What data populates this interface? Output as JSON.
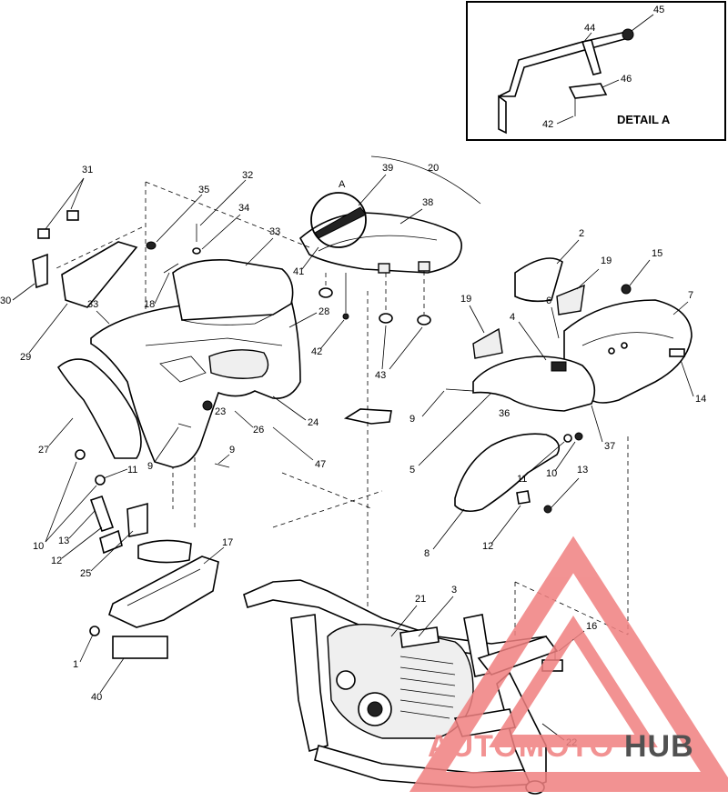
{
  "detail_box": {
    "title": "DETAIL A"
  },
  "detail_marker": "A",
  "callouts": {
    "c1": "1",
    "c2": "2",
    "c3": "3",
    "c4": "4",
    "c5": "5",
    "c6": "6",
    "c7": "7",
    "c8": "8",
    "c9a": "9",
    "c9b": "9",
    "c9c": "9",
    "c10a": "10",
    "c10b": "10",
    "c11a": "11",
    "c11b": "11",
    "c12a": "12",
    "c12b": "12",
    "c13a": "13",
    "c13b": "13",
    "c14": "14",
    "c15": "15",
    "c16": "16",
    "c17": "17",
    "c18": "18",
    "c19a": "19",
    "c19b": "19",
    "c20": "20",
    "c21": "21",
    "c22": "22",
    "c23": "23",
    "c24": "24",
    "c25": "25",
    "c26": "26",
    "c27": "27",
    "c28": "28",
    "c29": "29",
    "c30": "30",
    "c31": "31",
    "c32": "32",
    "c33a": "33",
    "c33b": "33",
    "c34": "34",
    "c35": "35",
    "c36": "36",
    "c37": "37",
    "c38": "38",
    "c39": "39",
    "c40": "40",
    "c41": "41",
    "c42a": "42",
    "c42b": "42",
    "c43": "43",
    "c44": "44",
    "c45": "45",
    "c46": "46",
    "c47": "47"
  },
  "watermark": {
    "part1": "AUTOMOTO",
    "part2": "HUB",
    "color_main": "#f08080",
    "color_dark": "#333333"
  }
}
